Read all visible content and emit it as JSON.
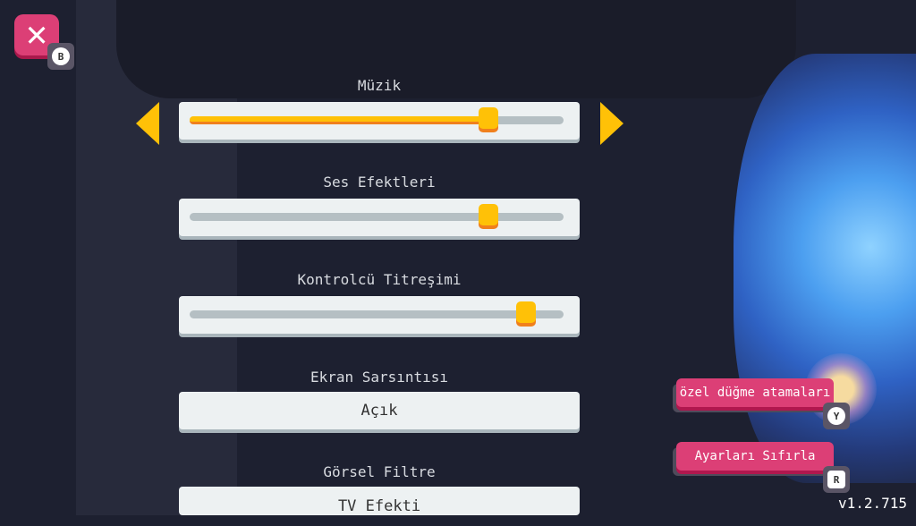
{
  "close_button": {
    "icon": "close-icon",
    "key": "B"
  },
  "settings": [
    {
      "label": "Müzik",
      "type": "slider",
      "value": 0.8,
      "selected": true
    },
    {
      "label": "Ses Efektleri",
      "type": "slider",
      "value": 0.8
    },
    {
      "label": "Kontrolcü Titreşimi",
      "type": "slider",
      "value": 0.9
    },
    {
      "label": "Ekran Sarsıntısı",
      "type": "option",
      "value": "Açık"
    },
    {
      "label": "Görsel Filtre",
      "type": "option",
      "value": "TV Efekti"
    }
  ],
  "buttons": {
    "remap": {
      "label": "özel düğme atamaları",
      "key": "Y"
    },
    "reset": {
      "label": "Ayarları Sıfırla",
      "key": "R"
    }
  },
  "version": "v1.2.715",
  "colors": {
    "accent": "#ffc107",
    "pink": "#dc3f76"
  }
}
